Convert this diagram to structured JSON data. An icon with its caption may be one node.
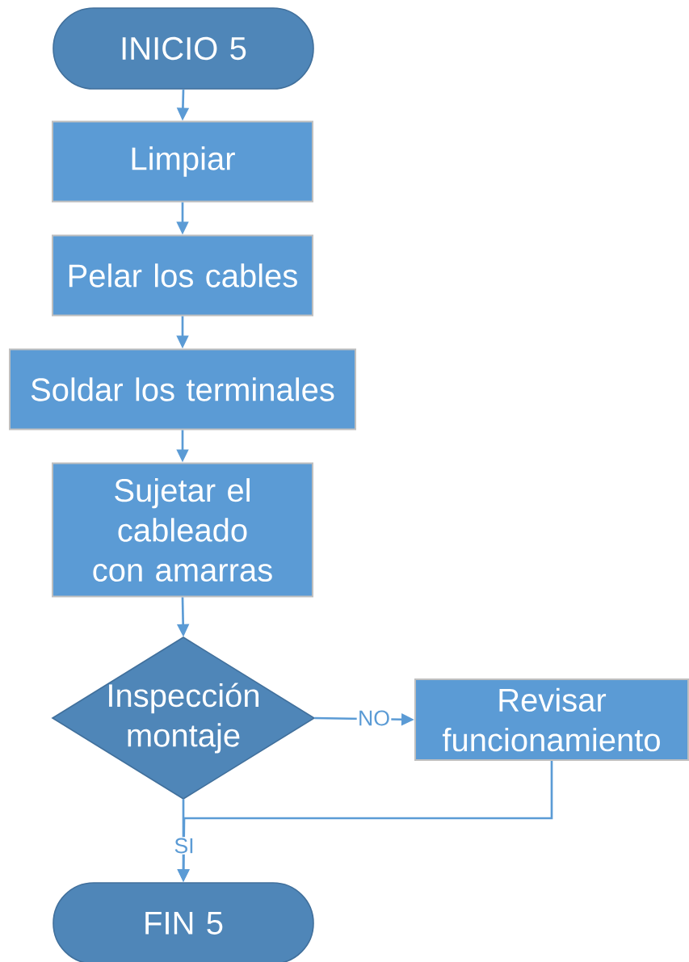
{
  "diagram": {
    "nodes": [
      {
        "text": [
          "INICIO 5"
        ]
      },
      {
        "text": [
          "Limpiar"
        ]
      },
      {
        "text": [
          "Pelar los cables"
        ]
      },
      {
        "text": [
          "Soldar los terminales"
        ]
      },
      {
        "text": [
          "Sujetar el cableado con amarras"
        ]
      },
      {
        "text": [
          "Inspección montaje"
        ]
      },
      {
        "text": [
          "Revisar funcionamiento"
        ]
      },
      {
        "text": [
          "FIN 5"
        ]
      }
    ],
    "edges": [
      {
        "from": 0,
        "to": 1,
        "arrow": "to"
      },
      {
        "from": 1,
        "to": 2,
        "arrow": "to"
      },
      {
        "from": 2,
        "to": 3,
        "arrow": "to"
      },
      {
        "from": 3,
        "to": 4,
        "arrow": "to"
      },
      {
        "from": 4,
        "to": 5,
        "arrow": "to"
      },
      {
        "from": 5,
        "to": 6,
        "arrow": "to",
        "label": "NO"
      },
      {
        "from": 5,
        "to": 7,
        "arrow": "to",
        "label": "SI"
      },
      {
        "from": 6,
        "to": 7,
        "arrow": "to"
      }
    ]
  }
}
